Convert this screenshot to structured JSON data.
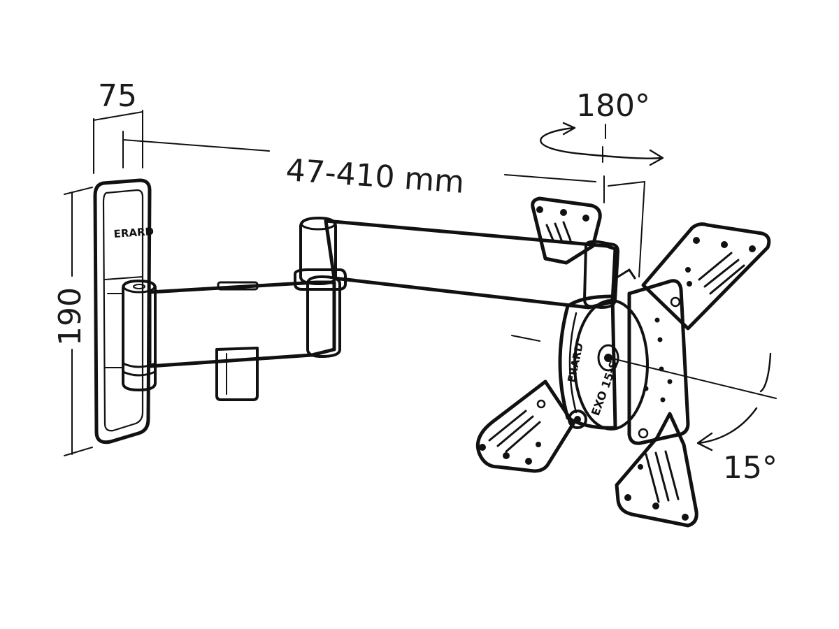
{
  "dimensions": {
    "depth": "75",
    "height": "190",
    "extension": "47-410 mm",
    "swivel": "180°",
    "tilt": "15°"
  },
  "product": {
    "brand_wall": "ERARD",
    "brand_head": "ERARD",
    "model": "EXO 15-S"
  },
  "colors": {
    "ink": "#111111",
    "background": "#ffffff",
    "arm_fill": "#ffffff"
  },
  "icons": {
    "swivel_arrow": "rotate-arrow-icon",
    "tilt_arrow": "tilt-arrow-icon"
  }
}
